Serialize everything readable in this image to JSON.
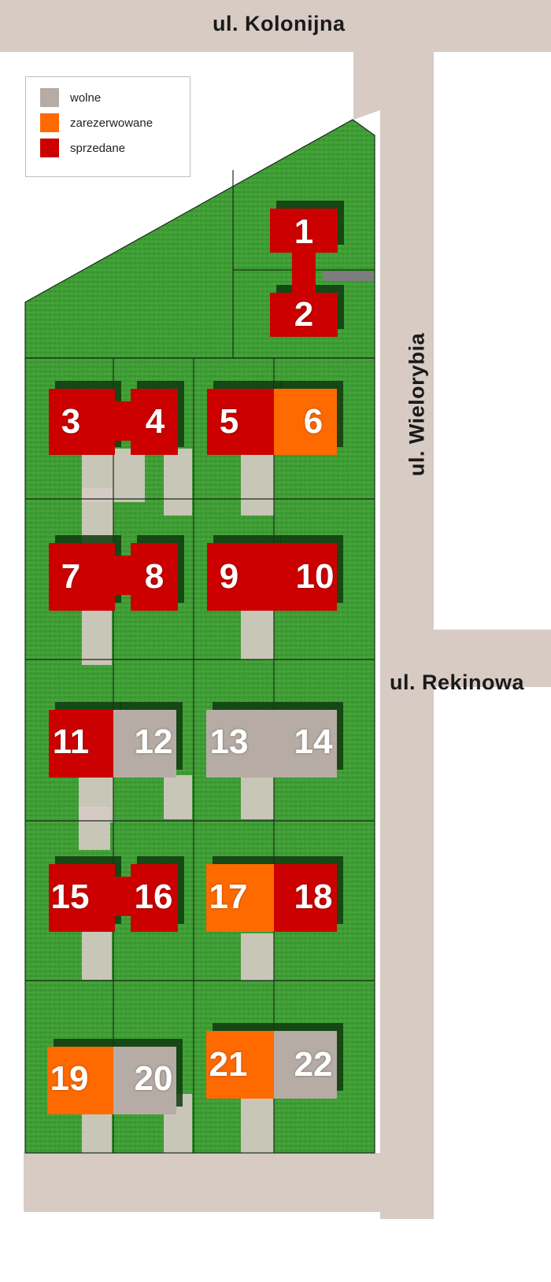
{
  "streets": {
    "top": "ul. Kolonijna",
    "right": "ul. Rekinowa",
    "vertical": "ul. Wielorybia"
  },
  "legend": {
    "items": [
      {
        "key": "wolne",
        "label": "wolne",
        "color": "#b6aca5"
      },
      {
        "key": "zarezerwowane",
        "label": "zarezerwowane",
        "color": "#ff6a00"
      },
      {
        "key": "sprzedane",
        "label": "sprzedane",
        "color": "#cc0000"
      }
    ]
  },
  "colors": {
    "road": "#d7cbc4",
    "grass": "#3f9d35",
    "grass_dark": "#2e7d27",
    "shadow": "#0e3a0e",
    "boundary": "#1b2b1b"
  },
  "lots": [
    {
      "id": "1",
      "status": "sprzedane"
    },
    {
      "id": "2",
      "status": "sprzedane"
    },
    {
      "id": "3",
      "status": "sprzedane"
    },
    {
      "id": "4",
      "status": "sprzedane"
    },
    {
      "id": "5",
      "status": "sprzedane"
    },
    {
      "id": "6",
      "status": "zarezerwowane"
    },
    {
      "id": "7",
      "status": "sprzedane"
    },
    {
      "id": "8",
      "status": "sprzedane"
    },
    {
      "id": "9",
      "status": "sprzedane"
    },
    {
      "id": "10",
      "status": "sprzedane"
    },
    {
      "id": "11",
      "status": "sprzedane"
    },
    {
      "id": "12",
      "status": "wolne"
    },
    {
      "id": "13",
      "status": "wolne"
    },
    {
      "id": "14",
      "status": "wolne"
    },
    {
      "id": "15",
      "status": "sprzedane"
    },
    {
      "id": "16",
      "status": "sprzedane"
    },
    {
      "id": "17",
      "status": "zarezerwowane"
    },
    {
      "id": "18",
      "status": "sprzedane"
    },
    {
      "id": "19",
      "status": "zarezerwowane"
    },
    {
      "id": "20",
      "status": "wolne"
    },
    {
      "id": "21",
      "status": "zarezerwowane"
    },
    {
      "id": "22",
      "status": "wolne"
    }
  ]
}
